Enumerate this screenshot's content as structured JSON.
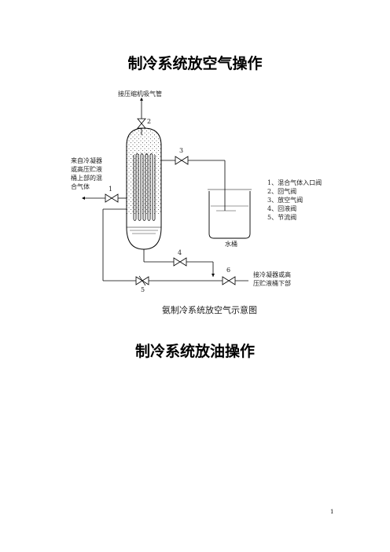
{
  "heading_1": "制冷系统放空气操作",
  "heading_2": "制冷系统放油操作",
  "diagram": {
    "top_label": "接压缩机吸气管",
    "left_label_lines": [
      "来自冷凝器",
      "或高压贮液",
      "桶上部的混",
      "合气体"
    ],
    "legend": [
      "1、混合气体入口阀",
      "2、回气阀",
      "3、放空气阀",
      "4、回液阀",
      "5、节流阀"
    ],
    "tank_label": "水桶",
    "right_bottom_label_lines": [
      "接冷凝器或高",
      "压贮液桶下部"
    ],
    "valve_numbers": [
      "1",
      "2",
      "3",
      "4",
      "5",
      "6"
    ],
    "caption": "氨制冷系统放空气示意图"
  },
  "page_number": "1"
}
